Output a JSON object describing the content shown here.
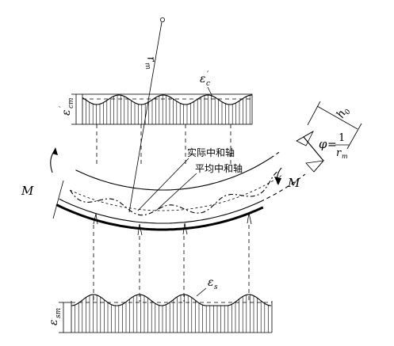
{
  "labels": {
    "r_m": "r",
    "r_m_sub": "m",
    "eps_c_prime": "ε",
    "eps_c_prime_sub": "c",
    "eps_c_prime_sup": "′",
    "eps_cm_prime": "ε",
    "eps_cm_prime_sub": "cm",
    "eps_cm_prime_sup": "′",
    "h0": "h",
    "h0_sub": "0",
    "phi": "φ",
    "phi_eq": "=",
    "phi_num": "1",
    "phi_den": "r",
    "phi_den_sub": "m",
    "actual_axis": "实际中和轴",
    "mean_axis": "平均中和轴",
    "moment_left": "M",
    "moment_right": "M",
    "eps_s": "ε",
    "eps_s_sub": "s",
    "eps_sm": "ε",
    "eps_sm_sub": "sm"
  }
}
